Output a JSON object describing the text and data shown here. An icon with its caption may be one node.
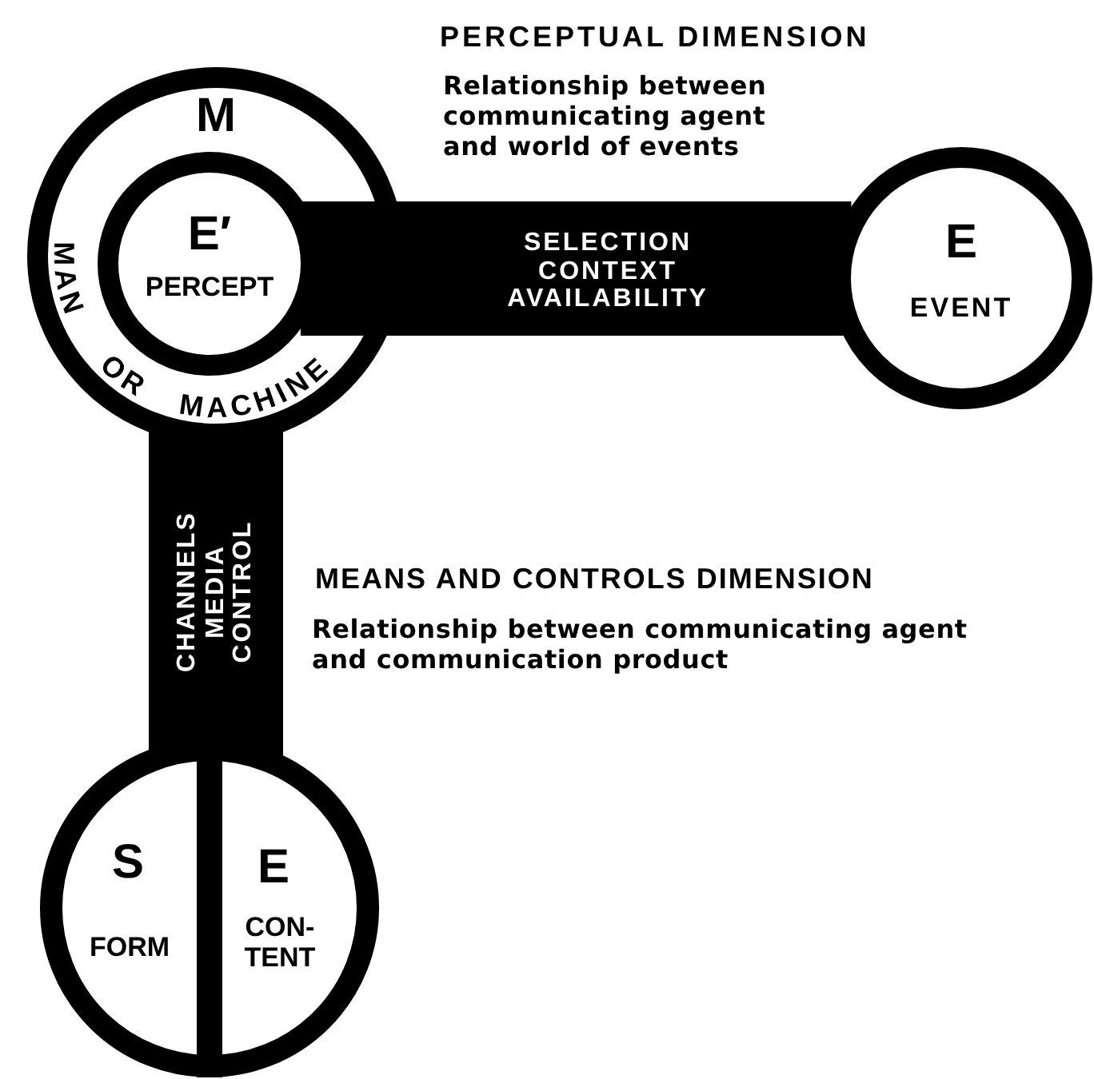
{
  "diagram": {
    "nodes": [
      {
        "text": [
          "M",
          "MAN",
          "OR",
          "MACHINE"
        ]
      },
      {
        "text": [
          "E′",
          "PERCEPT"
        ],
        "in": 0
      },
      {
        "text": [
          "E",
          "EVENT"
        ]
      },
      {
        "text": [
          "S",
          "FORM",
          "E",
          "CON- TENT"
        ]
      }
    ],
    "edges": [
      {
        "from": 1,
        "to": 2,
        "arrow": "none",
        "label": "SELECTION CONTEXT AVAILABILITY"
      },
      {
        "from": 0,
        "to": 3,
        "arrow": "none",
        "label": "CHANNELS MEDIA CONTROL"
      }
    ],
    "labels": [
      "PERCEPTUAL DIMENSION",
      "Relationship between communicating agent and world of events",
      "MEANS AND CONTROLS DIMENSION",
      "Relationship between communicating agent and communication product"
    ]
  }
}
